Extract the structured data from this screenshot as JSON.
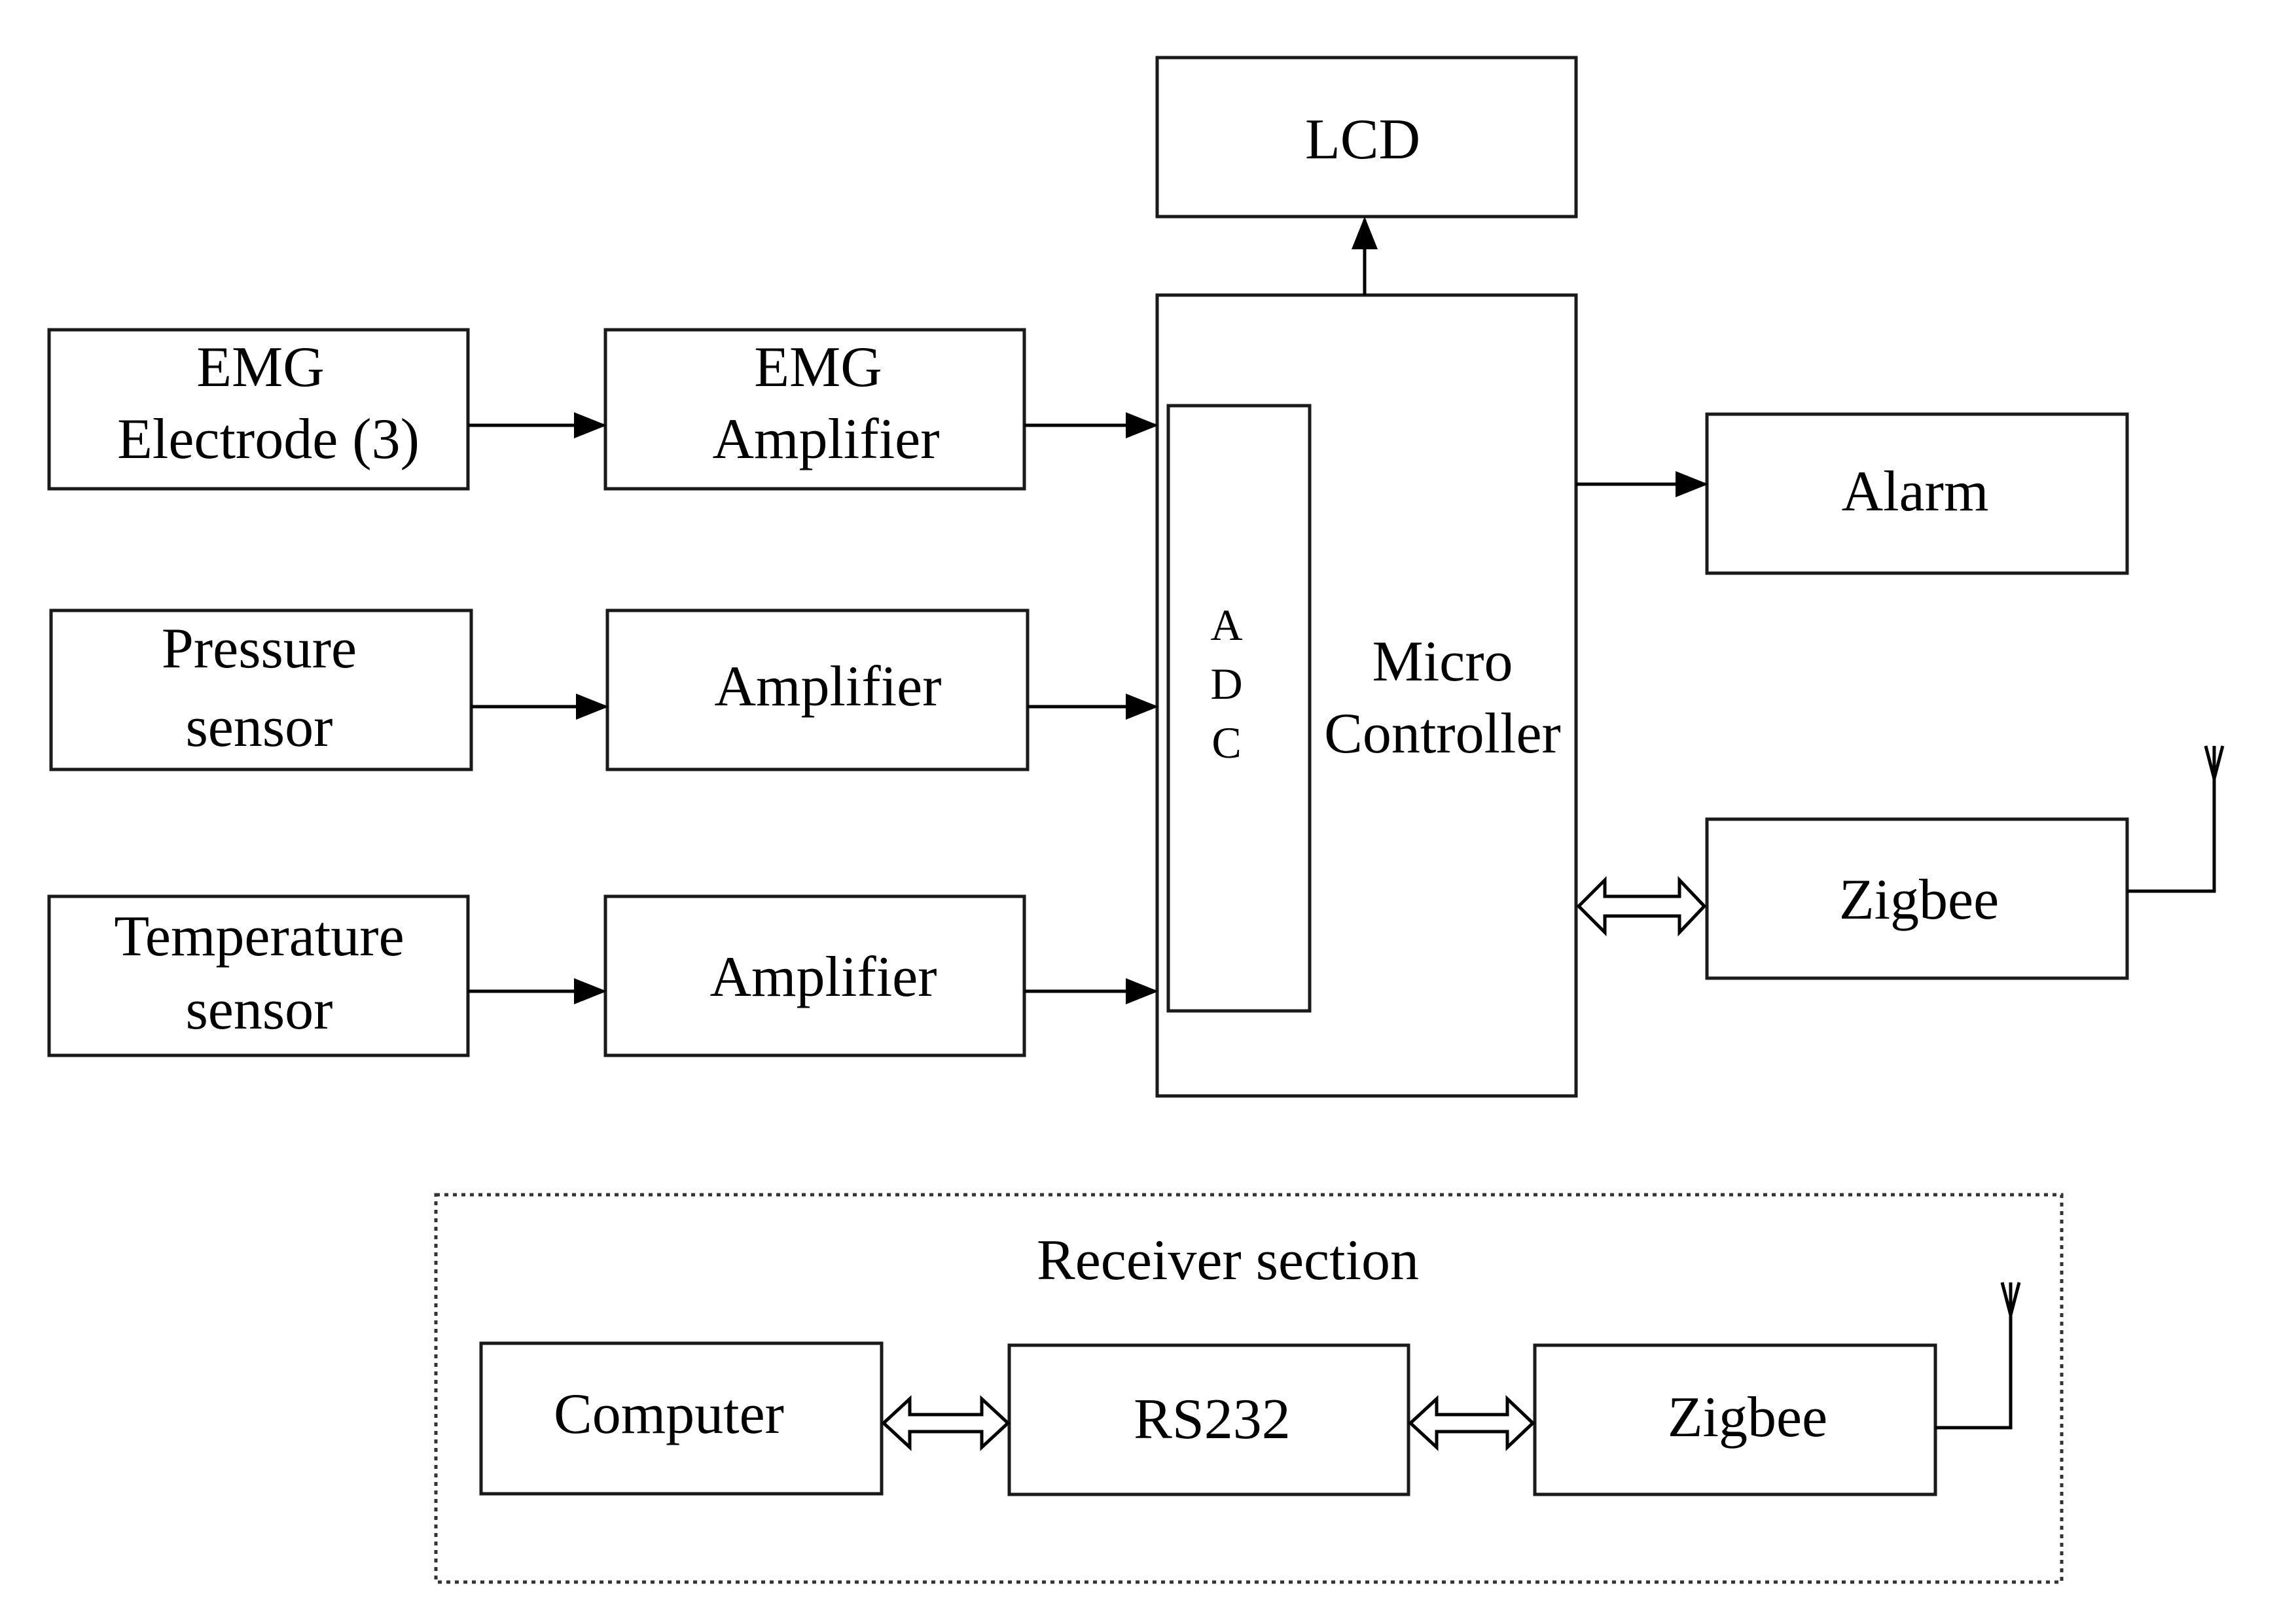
{
  "blocks": {
    "emg_electrode": [
      "EMG",
      "Electrode (3)"
    ],
    "emg_amplifier": [
      "EMG",
      "Amplifier"
    ],
    "pressure_sensor": [
      "Pressure",
      "sensor"
    ],
    "pressure_amplifier": [
      "Amplifier"
    ],
    "temperature_sensor": [
      "Temperature",
      "sensor"
    ],
    "temperature_amplifier": [
      "Amplifier"
    ],
    "adc": [
      "A",
      "D",
      "C"
    ],
    "micro_controller": [
      "Micro",
      "Controller"
    ],
    "lcd": [
      "LCD"
    ],
    "alarm": [
      "Alarm"
    ],
    "zigbee_tx": [
      "Zigbee"
    ]
  },
  "receiver": {
    "title": "Receiver section",
    "computer": [
      "Computer"
    ],
    "rs232": [
      "RS232"
    ],
    "zigbee_rx": [
      "Zigbee"
    ]
  },
  "connections": [
    {
      "from": "emg_electrode",
      "to": "emg_amplifier",
      "type": "arrow"
    },
    {
      "from": "emg_amplifier",
      "to": "adc",
      "type": "arrow"
    },
    {
      "from": "pressure_sensor",
      "to": "pressure_amplifier",
      "type": "arrow"
    },
    {
      "from": "pressure_amplifier",
      "to": "adc",
      "type": "arrow"
    },
    {
      "from": "temperature_sensor",
      "to": "temperature_amplifier",
      "type": "arrow"
    },
    {
      "from": "temperature_amplifier",
      "to": "adc",
      "type": "arrow"
    },
    {
      "from": "micro_controller",
      "to": "lcd",
      "type": "arrow"
    },
    {
      "from": "micro_controller",
      "to": "alarm",
      "type": "arrow"
    },
    {
      "from": "micro_controller",
      "to": "zigbee_tx",
      "type": "bidirectional"
    },
    {
      "from": "computer",
      "to": "rs232",
      "type": "bidirectional"
    },
    {
      "from": "rs232",
      "to": "zigbee_rx",
      "type": "bidirectional"
    }
  ],
  "icons": [
    "antenna-icon"
  ],
  "colors": {
    "stroke": "#000000",
    "background": "#ffffff"
  }
}
